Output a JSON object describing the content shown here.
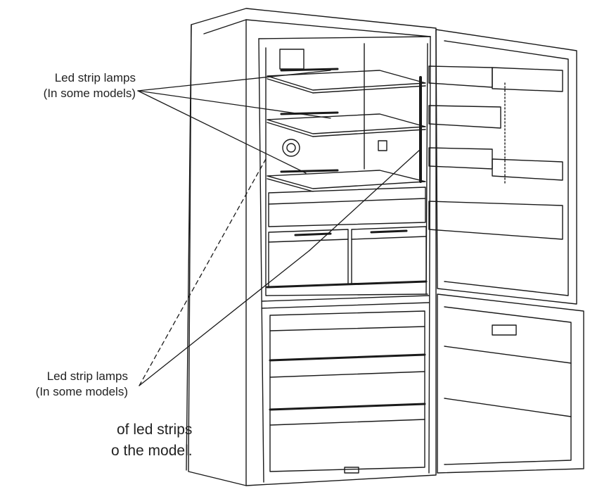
{
  "labels": {
    "top": {
      "line1": "Led strip lamps",
      "line2": "(In some models)"
    },
    "bottom": {
      "line1": "Led strip lamps",
      "line2": "(In some models)"
    }
  },
  "caption": {
    "line1": "of led strips",
    "line2": "o the model."
  },
  "colors": {
    "line": "#1a1a1a",
    "text": "#222222",
    "background": "#ffffff"
  }
}
